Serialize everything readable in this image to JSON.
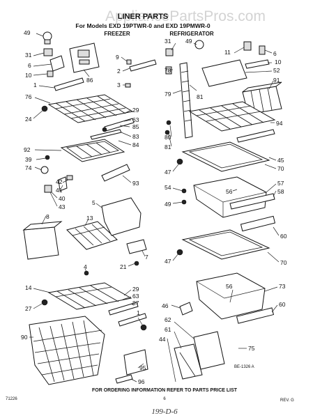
{
  "watermark": "AppliancePartsPros.com",
  "header": {
    "title": "LINER PARTS",
    "models": "For Models EXD 19PTWR-0 and EXD 19PMWR-0",
    "freezer": "FREEZER",
    "refrigerator": "REFRIGERATOR"
  },
  "footer": {
    "note": "FOR ORDERING INFORMATION REFER TO PARTS PRICE LIST",
    "page": "6",
    "doc_code": "71226",
    "rev": "REV. G",
    "handwritten": "199-D-6",
    "figure_ref": "BE-1326 A"
  },
  "callouts": {
    "c49a": "49",
    "c31a": "31",
    "c6a": "6",
    "c10a": "10",
    "c1a": "1",
    "c86": "86",
    "c9": "9",
    "c2": "2",
    "c3": "3",
    "c76": "76",
    "c24": "24",
    "c29a": "29",
    "c63a": "63",
    "c85": "85",
    "c83": "83",
    "c84": "84",
    "c92": "92",
    "c39": "39",
    "c74": "74",
    "c42": "42",
    "c41": "41",
    "c40": "40",
    "c43": "43",
    "c93": "93",
    "c8": "8",
    "c13": "13",
    "c5": "5",
    "c7": "7",
    "c21": "21",
    "c4": "4",
    "c14": "14",
    "c27": "27",
    "c90": "90",
    "c29b": "29",
    "c63b": "63",
    "c87": "87",
    "c1b": "1",
    "c95": "95",
    "c96": "96",
    "c31b": "31",
    "c49b": "49",
    "c11": "11",
    "c6b": "6",
    "c10b": "10",
    "c52": "52",
    "c91": "91",
    "c78": "78",
    "c79": "79",
    "c81a": "81",
    "c94": "94",
    "c80": "80",
    "c81b": "81",
    "c47a": "47",
    "c45": "45",
    "c70a": "70",
    "c54": "54",
    "c56a": "56",
    "c57": "57",
    "c58": "58",
    "c49c": "49",
    "c60a": "60",
    "c47b": "47",
    "c70b": "70",
    "c56b": "56",
    "c73": "73",
    "c46": "46",
    "c60b": "60",
    "c62": "62",
    "c61": "61",
    "c44": "44",
    "c75": "75"
  }
}
